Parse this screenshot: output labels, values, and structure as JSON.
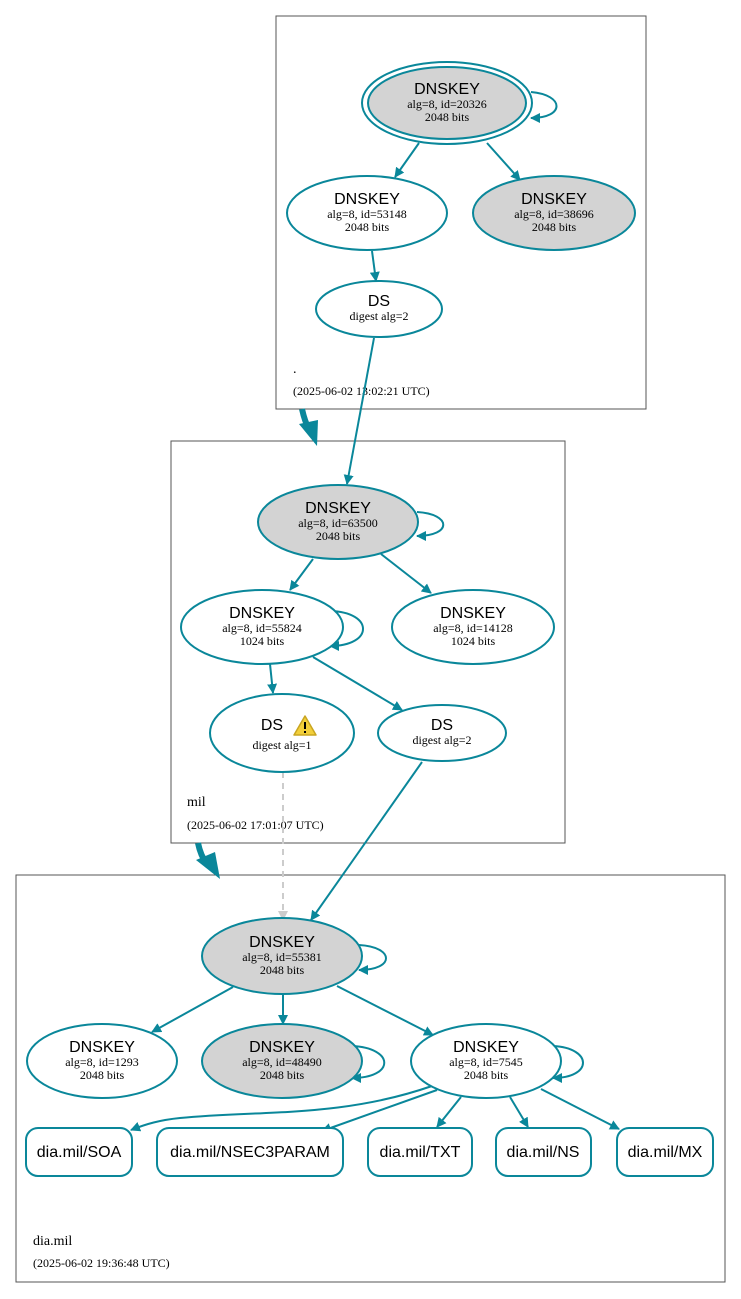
{
  "colors": {
    "edge": "#0a879a",
    "key_fill": "#d3d3d3",
    "box_stroke": "#555555",
    "dashed": "#cccccc",
    "warn_fill": "#f2cf3a",
    "warn_stroke": "#c9a520"
  },
  "zones": [
    {
      "name": ".",
      "timestamp": "(2025-06-02 13:02:21 UTC)"
    },
    {
      "name": "mil",
      "timestamp": "(2025-06-02 17:01:07 UTC)"
    },
    {
      "name": "dia.mil",
      "timestamp": "(2025-06-02 19:36:48 UTC)"
    }
  ],
  "nodes": {
    "root_ksk": {
      "title": "DNSKEY",
      "line1": "alg=8, id=20326",
      "line2": "2048 bits"
    },
    "root_zsk1": {
      "title": "DNSKEY",
      "line1": "alg=8, id=53148",
      "line2": "2048 bits"
    },
    "root_zsk2": {
      "title": "DNSKEY",
      "line1": "alg=8, id=38696",
      "line2": "2048 bits"
    },
    "root_ds": {
      "title": "DS",
      "line1": "digest alg=2"
    },
    "mil_ksk": {
      "title": "DNSKEY",
      "line1": "alg=8, id=63500",
      "line2": "2048 bits"
    },
    "mil_zsk1": {
      "title": "DNSKEY",
      "line1": "alg=8, id=55824",
      "line2": "1024 bits"
    },
    "mil_zsk2": {
      "title": "DNSKEY",
      "line1": "alg=8, id=14128",
      "line2": "1024 bits"
    },
    "mil_ds1": {
      "title": "DS",
      "line1": "digest alg=1"
    },
    "mil_ds2": {
      "title": "DS",
      "line1": "digest alg=2"
    },
    "dia_ksk": {
      "title": "DNSKEY",
      "line1": "alg=8, id=55381",
      "line2": "2048 bits"
    },
    "dia_k1": {
      "title": "DNSKEY",
      "line1": "alg=8, id=1293",
      "line2": "2048 bits"
    },
    "dia_k2": {
      "title": "DNSKEY",
      "line1": "alg=8, id=48490",
      "line2": "2048 bits"
    },
    "dia_k3": {
      "title": "DNSKEY",
      "line1": "alg=8, id=7545",
      "line2": "2048 bits"
    }
  },
  "records": {
    "soa": "dia.mil/SOA",
    "nsec3param": "dia.mil/NSEC3PARAM",
    "txt": "dia.mil/TXT",
    "ns": "dia.mil/NS",
    "mx": "dia.mil/MX"
  }
}
